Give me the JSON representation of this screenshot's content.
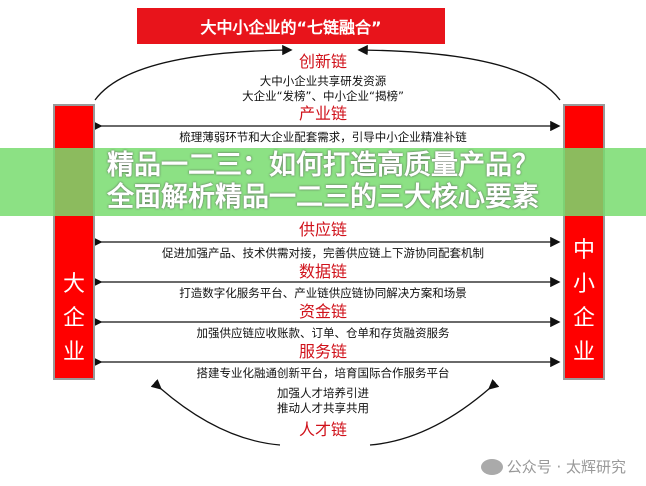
{
  "title": "大中小企业的“七链融合”",
  "left_bar": [
    "大",
    "企",
    "业"
  ],
  "right_bar": [
    "中",
    "小",
    "企",
    "业"
  ],
  "chains": [
    {
      "name": "创新链",
      "desc": [
        "大中小企业共享研发资源",
        "大企业“发榜”、中小企业“揭榜”"
      ]
    },
    {
      "name": "产业链",
      "desc": [
        "梳理薄弱环节和大企业配套需求，引导中小企业精准补链"
      ]
    },
    {
      "name": "供应链",
      "desc": [
        "促进加强产品、技术供需对接，完善供应链上下游协同配套机制"
      ]
    },
    {
      "name": "数据链",
      "desc": [
        "打造数字化服务平台、产业链供应链协同解决方案和场景"
      ]
    },
    {
      "name": "资金链",
      "desc": [
        "加强供应链应收账款、订单、仓单和存货融资服务"
      ]
    },
    {
      "name": "服务链",
      "desc": [
        "搭建专业化融通创新平台，培育国际合作服务平台"
      ]
    },
    {
      "name": "人才链",
      "desc": [
        "加强人才培养引进",
        "推动人才共享共用"
      ]
    }
  ],
  "overlay": [
    "精品一二三：如何打造高质量产品？",
    "全面解析精品一二三的三大核心要素"
  ],
  "watermark": "公众号 · 太辉研究",
  "colors": {
    "red": "#e8141b",
    "overlay_green": "#78dc6e"
  }
}
